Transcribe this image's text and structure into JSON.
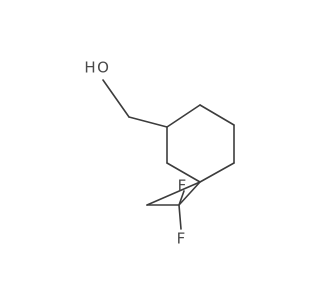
{
  "molecule": {
    "atoms": {
      "oxygen": "O",
      "hydrogen": "H",
      "fluorine_1": "F",
      "fluorine_2": "F"
    }
  },
  "colors": {
    "bond": "#3c3c3c",
    "label": "#4a4a4a",
    "background": "#ffffff"
  }
}
